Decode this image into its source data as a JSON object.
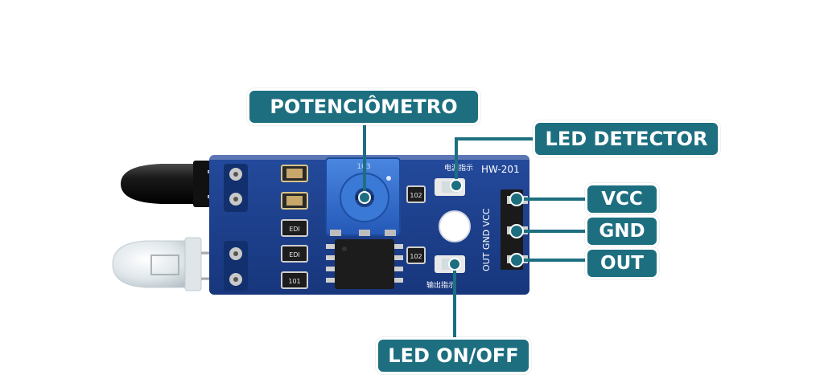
{
  "labels": {
    "potentiometer": "POTENCIÔMETRO",
    "led_detector": "LED DETECTOR",
    "vcc": "VCC",
    "gnd": "GND",
    "out": "OUT",
    "led_onoff": "LED ON/OFF"
  },
  "board": {
    "model": "HW-201",
    "pin_silk": "OUT GND VCC",
    "power_silk_cn": "电源指示",
    "output_silk_cn": "输出指示",
    "resistor_top": "102",
    "resistor_bottom": "102",
    "chip_left_mid": "EDI",
    "chip_left_low": "EDI",
    "chip_left_bottom": "101",
    "pot_code": "103"
  },
  "colors": {
    "callout": "#1d6f80",
    "pcb": "#1b3f8f",
    "pot_body": "#2f6fcf"
  }
}
